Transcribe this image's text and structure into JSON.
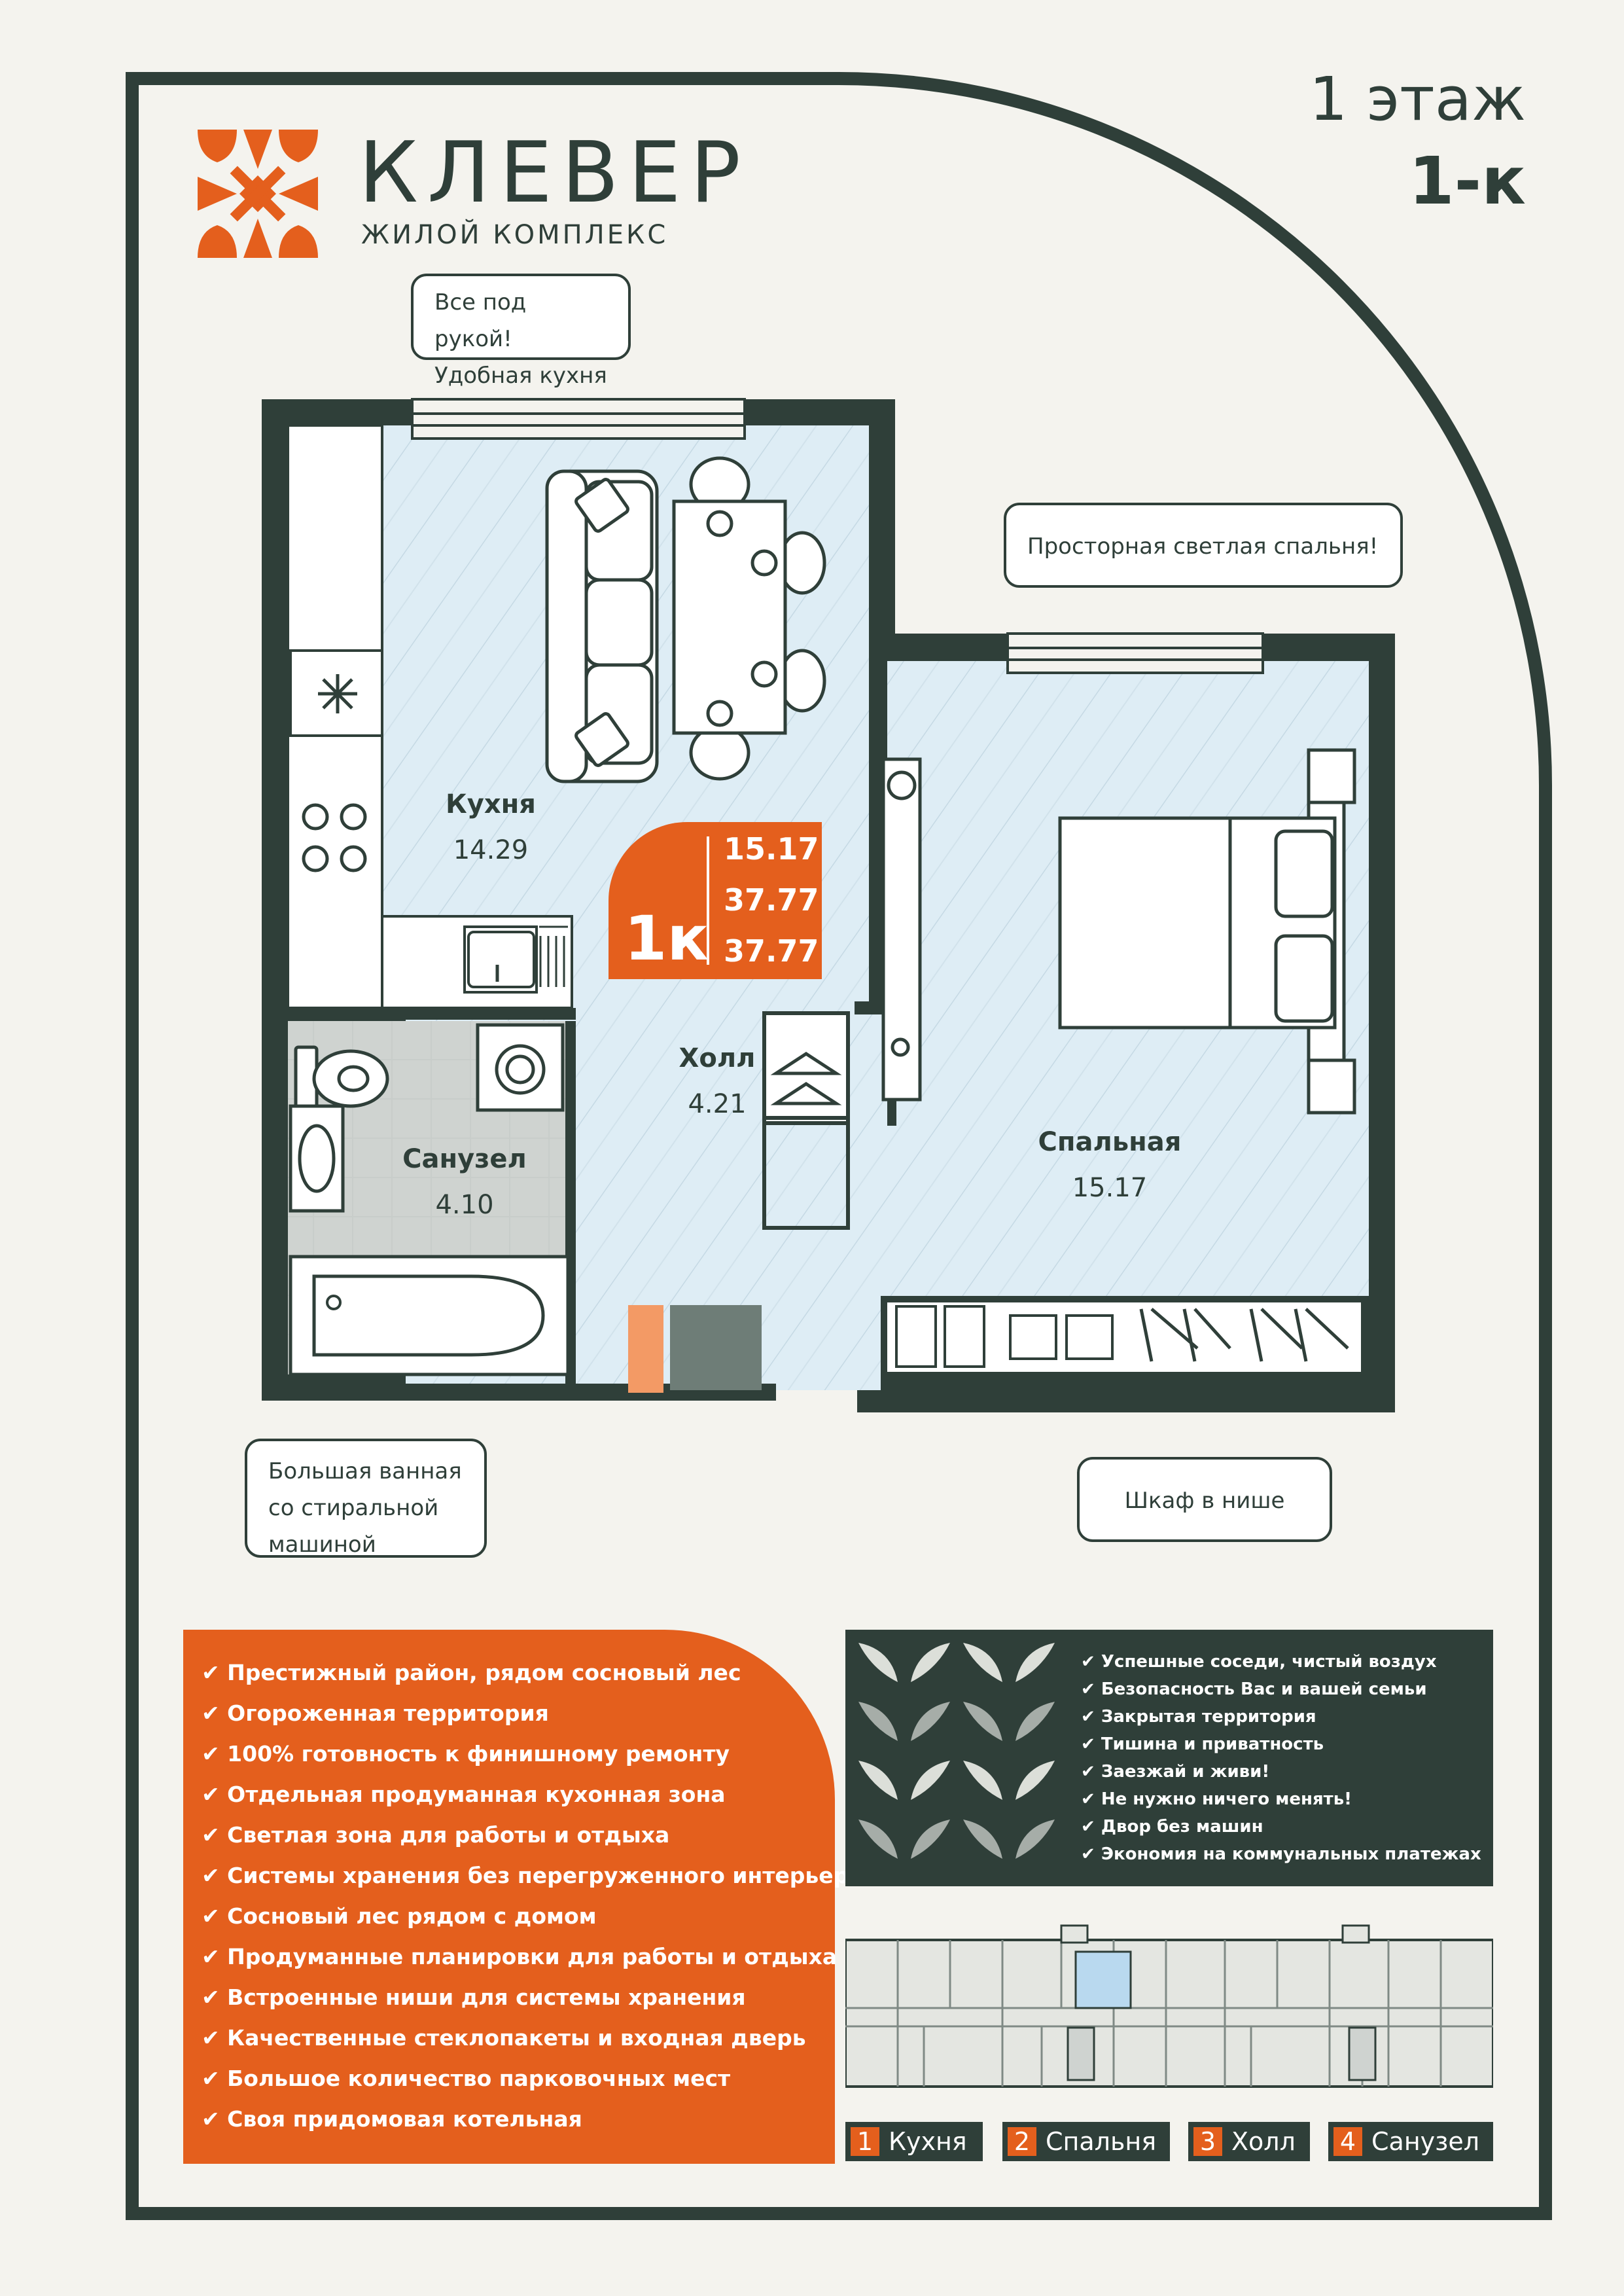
{
  "header": {
    "floor": "1 этаж",
    "unit_type": "1-к",
    "brand_name": "КЛЕВЕР",
    "brand_subtitle": "ЖИЛОЙ КОМПЛЕКС"
  },
  "callouts": {
    "kitchen": [
      "Все под рукой!",
      "Удобная кухня"
    ],
    "bedroom": "Просторная светлая спальня!",
    "bathroom": [
      "Большая ванная",
      "со стиральной",
      "машиной"
    ],
    "wardrobe": "Шкаф в нише"
  },
  "rooms": {
    "kitchen": {
      "name": "Кухня",
      "area": "14.29"
    },
    "hall": {
      "name": "Холл",
      "area": "4.21"
    },
    "bathroom": {
      "name": "Санузел",
      "area": "4.10"
    },
    "bedroom": {
      "name": "Спальная",
      "area": "15.17"
    }
  },
  "badge": {
    "type": "1к",
    "living_area": "15.17",
    "total_area": "37.77",
    "total_area_2": "37.77"
  },
  "features_left": [
    "Престижный район, рядом сосновый лес",
    "Огороженная территория",
    "100% готовность к финишному ремонту",
    "Отдельная продуманная кухонная зона",
    "Светлая зона для работы и отдыха",
    "Системы хранения без перегруженного интерьера",
    "Сосновый лес рядом с домом",
    "Продуманные планировки для работы и отдыха",
    "Встроенные ниши для системы хранения",
    "Качественные стеклопакеты и входная дверь",
    "Большое количество парковочных мест",
    "Своя придомовая котельная"
  ],
  "features_right": [
    "Успешные соседи, чистый воздух",
    "Безопасность Вас и вашей семьи",
    "Закрытая территория",
    "Тишина и приватность",
    "Заезжай и живи!",
    "Не нужно ничего менять!",
    "Двор без машин",
    "Экономия на коммунальных платежах"
  ],
  "legend": [
    {
      "num": "1",
      "label": "Кухня"
    },
    {
      "num": "2",
      "label": "Спальня"
    },
    {
      "num": "3",
      "label": "Холл"
    },
    {
      "num": "4",
      "label": "Санузел"
    }
  ],
  "colors": {
    "dark_green": "#2f3f39",
    "orange": "#e45f1d",
    "floor_blue": "#deedf5",
    "tile_gray": "#c8cdca",
    "background": "#f4f3ee"
  },
  "icons": [
    "clover-logo-icon",
    "checkmark-icon",
    "fridge-icon",
    "stove-icon",
    "sink-icon",
    "toilet-icon",
    "washer-icon",
    "bathtub-icon",
    "sofa-icon",
    "bed-icon",
    "hanger-icon",
    "shoes-icon"
  ]
}
